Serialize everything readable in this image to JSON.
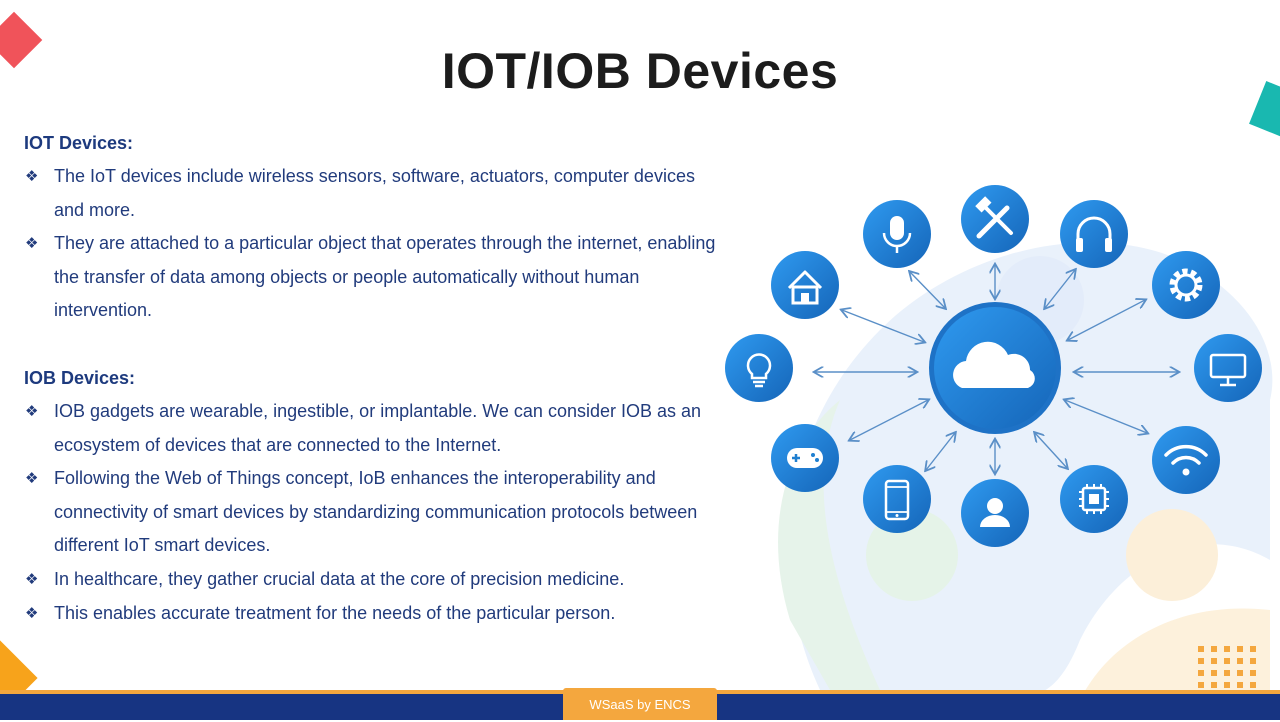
{
  "slide": {
    "title": "IOT/IOB Devices",
    "footer": "WSaaS by ENCS"
  },
  "sections": [
    {
      "heading": "IOT Devices:",
      "bullets": [
        "The IoT devices include wireless sensors, software, actuators, computer devices and more.",
        "They are attached to a particular object that operates through the internet, enabling the transfer of data among objects or people automatically without human intervention."
      ]
    },
    {
      "heading": "IOB Devices:",
      "bullets": [
        "IOB gadgets are wearable, ingestible, or implantable. We can consider IOB as an ecosystem of devices that are connected to the Internet.",
        "Following the Web of Things concept, IoB enhances the interoperability and connectivity of smart devices by standardizing communication protocols between different IoT smart devices.",
        "In healthcare, they gather crucial data at the core of precision medicine.",
        "This enables accurate treatment for the needs of the particular person."
      ]
    }
  ],
  "bullet_glyph": "❖",
  "illustration": {
    "center_icon": "cloud-icon",
    "nodes": [
      "microphone-icon",
      "tools-icon",
      "headphones-icon",
      "gear-icon",
      "monitor-icon",
      "wifi-icon",
      "chip-icon",
      "user-icon",
      "smartphone-icon",
      "gamepad-icon",
      "lightbulb-icon",
      "home-icon"
    ]
  },
  "colors": {
    "title": "#1c1c1c",
    "text": "#213b7c",
    "node": "#1f7fd0",
    "accent_orange": "#f4a73e",
    "footer_bar": "#173482",
    "deco_red": "#f0535a",
    "deco_teal": "#19b8b0"
  }
}
